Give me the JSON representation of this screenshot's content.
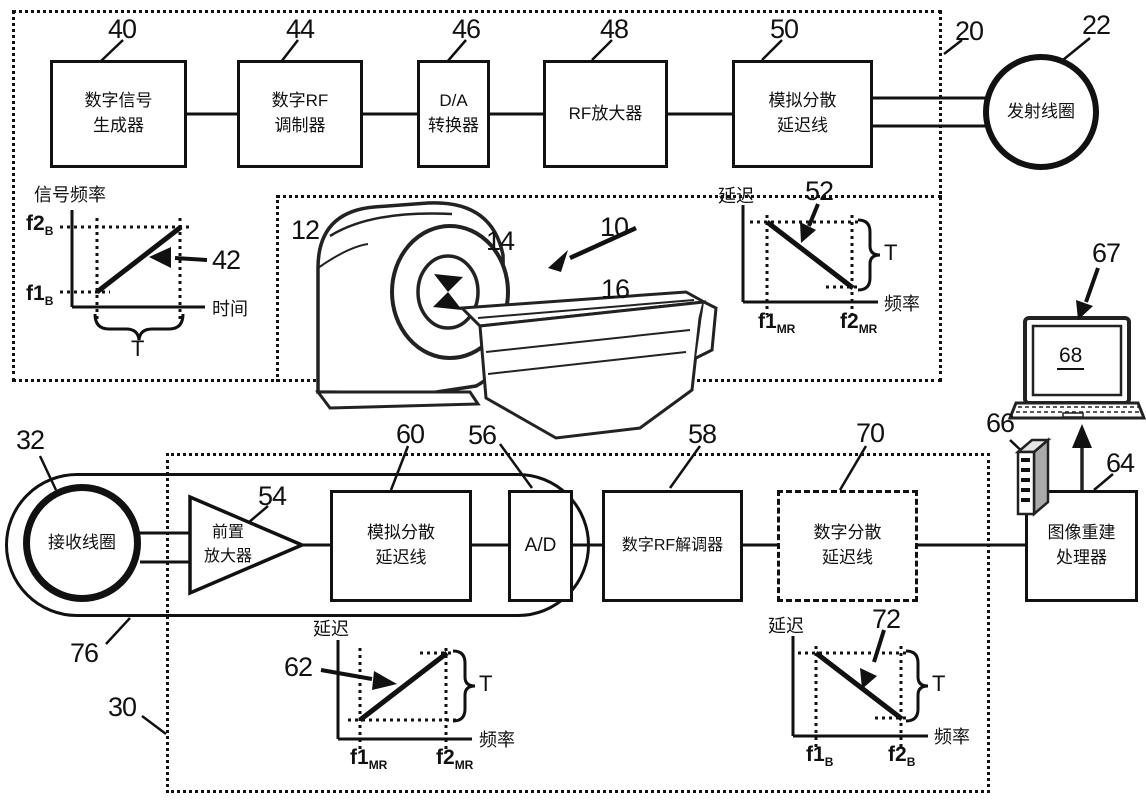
{
  "palette": {
    "ink": "#111111",
    "paper": "#ffffff",
    "shade": "#aaaaaa"
  },
  "groups": {
    "transmit": {
      "ref": "20"
    },
    "receive": {
      "ref": "30"
    },
    "coil_loop": {
      "ref": "76"
    }
  },
  "tx": {
    "boxes": [
      {
        "ref": "40",
        "label": "数字信号\n生成器"
      },
      {
        "ref": "44",
        "label": "数字RF\n调制器"
      },
      {
        "ref": "46",
        "label": "D/A\n转换器"
      },
      {
        "ref": "48",
        "label": "RF放大器"
      },
      {
        "ref": "50",
        "label": "模拟分散\n延迟线"
      }
    ],
    "coil": {
      "ref": "22",
      "label": "发射线圈"
    }
  },
  "rx": {
    "coil": {
      "ref": "32",
      "label": "接收线圈"
    },
    "preamp": {
      "ref": "54",
      "label": "前置\n放大器"
    },
    "boxes": [
      {
        "ref": "60",
        "label": "模拟分散\n延迟线"
      },
      {
        "ref": "56",
        "label": "A/D"
      },
      {
        "ref": "58",
        "label": "数字RF解调器"
      },
      {
        "ref": "70",
        "label": "数字分散\n延迟线"
      },
      {
        "ref": "64",
        "label": "图像重建\n处理器"
      }
    ]
  },
  "scanner": {
    "system": "10",
    "gantry": "12",
    "bore": "14",
    "table": "16"
  },
  "workstation": {
    "arrow": "67",
    "screen": "68",
    "adapter": "66"
  },
  "graphs": {
    "g42": {
      "ref": "42",
      "ylabel": "信号频率",
      "xlabel": "时间",
      "interval": "T",
      "trend": "rising",
      "yticks": [
        {
          "base": "f2",
          "sub": "B"
        },
        {
          "base": "f1",
          "sub": "B"
        }
      ]
    },
    "g52": {
      "ref": "52",
      "ylabel": "延迟",
      "xlabel": "频率",
      "interval": "T",
      "trend": "falling",
      "xticks": [
        {
          "base": "f1",
          "sub": "MR"
        },
        {
          "base": "f2",
          "sub": "MR"
        }
      ]
    },
    "g62": {
      "ref": "62",
      "ylabel": "延迟",
      "xlabel": "频率",
      "interval": "T",
      "trend": "rising",
      "xticks": [
        {
          "base": "f1",
          "sub": "MR"
        },
        {
          "base": "f2",
          "sub": "MR"
        }
      ]
    },
    "g72": {
      "ref": "72",
      "ylabel": "延迟",
      "xlabel": "频率",
      "interval": "T",
      "trend": "falling",
      "xticks": [
        {
          "base": "f1",
          "sub": "B"
        },
        {
          "base": "f2",
          "sub": "B"
        }
      ]
    }
  }
}
